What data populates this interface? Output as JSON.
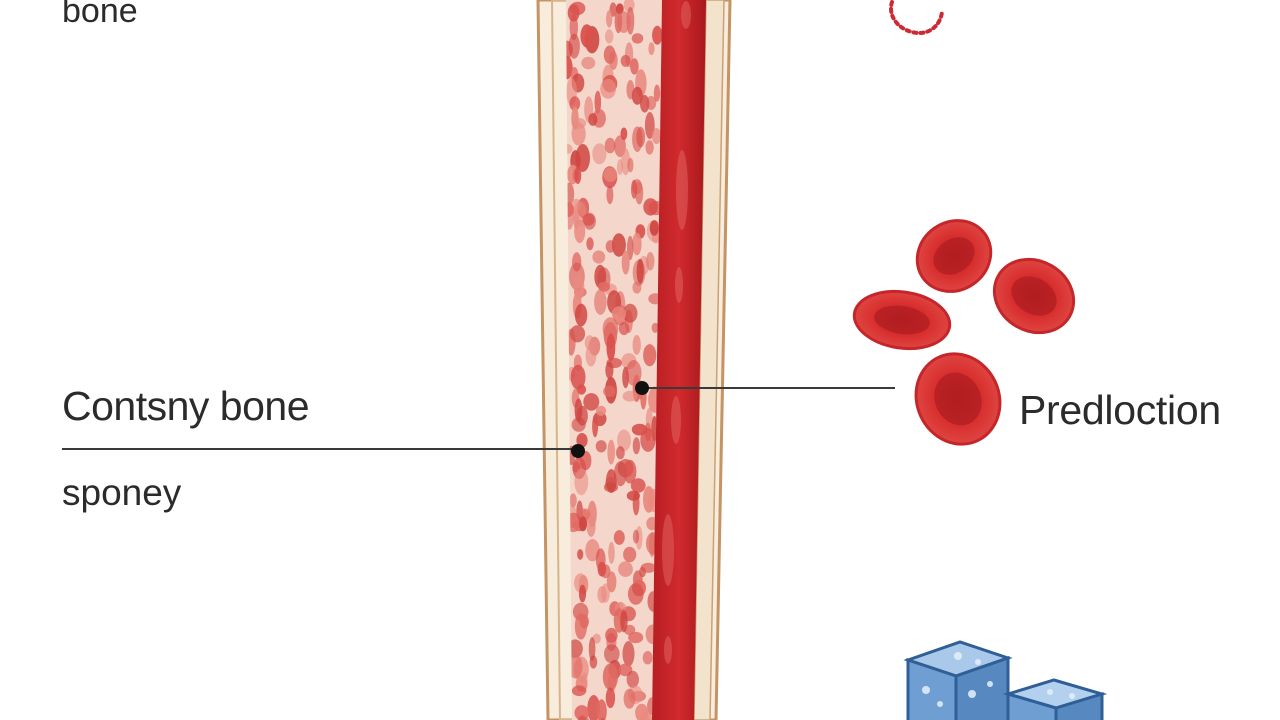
{
  "labels": {
    "top": "bone",
    "compact": "Contsny bone",
    "spongy": "sponey",
    "production": "Predloction"
  },
  "colors": {
    "marrow": "#c9252a",
    "spongy_base": "#f4d9cf",
    "spongy_spots": "#e05a55",
    "cortex": "#f7ead9",
    "cortex_edge": "#c99a6a",
    "rbc_outer": "#d32a2c",
    "rbc_inner": "#b01e22",
    "cube": "#7aa6d6",
    "cube_edge": "#2f5f96"
  },
  "icons": {
    "blood_cells": "red-blood-cell-icon",
    "cubes": "stem-cell-cube-icon",
    "top_squiggle": "red-squiggle-icon"
  }
}
